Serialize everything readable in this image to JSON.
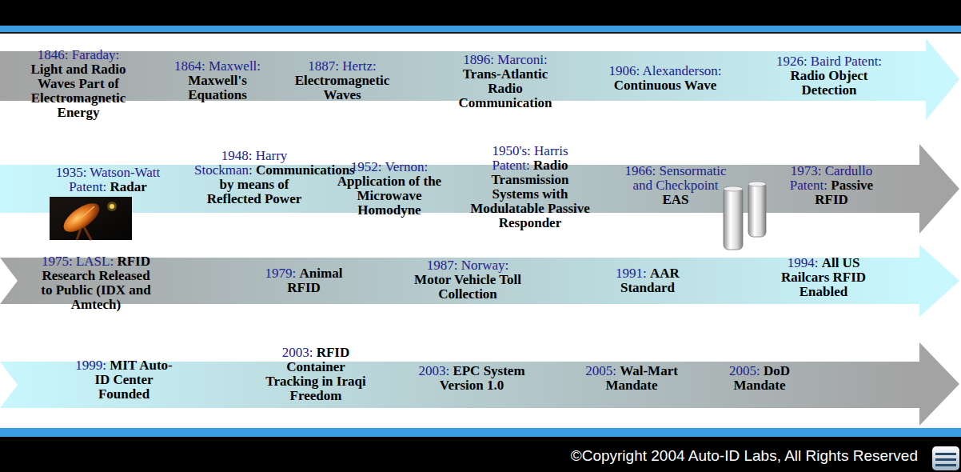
{
  "diagram": {
    "nodes": [
      {
        "text": [
          "1846: Faraday:",
          "Light and Radio Waves Part of Electromagnetic Energy",
          "1864: Maxwell:",
          "Maxwell's Equations",
          "1887: Hertz:",
          "Electromagnetic Waves",
          "1896: Marconi:",
          "Trans-Atlantic Radio Communication",
          "1906: Alexanderson:",
          "Continuous Wave",
          "1926: Baird Patent:",
          "Radio Object Detection"
        ]
      },
      {
        "text": [
          "1935: Watson-Watt Patent:",
          "Radar",
          "1948: Harry Stockman:",
          "Communications by means of Reflected Power",
          "1952: Vernon:",
          "Application of the Microwave Homodyne",
          "1950's: Harris Patent:",
          "Radio Transmission Systems with Modulatable Passive Responder",
          "1966: Sensormatic and Checkpoint",
          "EAS",
          "1973: Cardullo Patent:",
          "Passive RFID"
        ]
      },
      {
        "text": [
          "1975: LASL:",
          "RFID Research Released to Public (IDX and Amtech)",
          "1979:",
          "Animal RFID",
          "1987: Norway:",
          "Motor Vehicle Toll Collection",
          "1991:",
          "AAR Standard",
          "1994:",
          "All US Railcars RFID Enabled"
        ]
      },
      {
        "text": [
          "1999:",
          "MIT Auto-ID Center Founded",
          "2003:",
          "RFID Container Tracking in Iraqi Freedom",
          "2003:",
          "EPC System Version 1.0",
          "2005:",
          "Wal-Mart Mandate",
          "2005:",
          "DoD Mandate"
        ]
      }
    ],
    "labels": [
      "©Copyright 2004 Auto-ID Labs, All Rights Reserved"
    ]
  }
}
